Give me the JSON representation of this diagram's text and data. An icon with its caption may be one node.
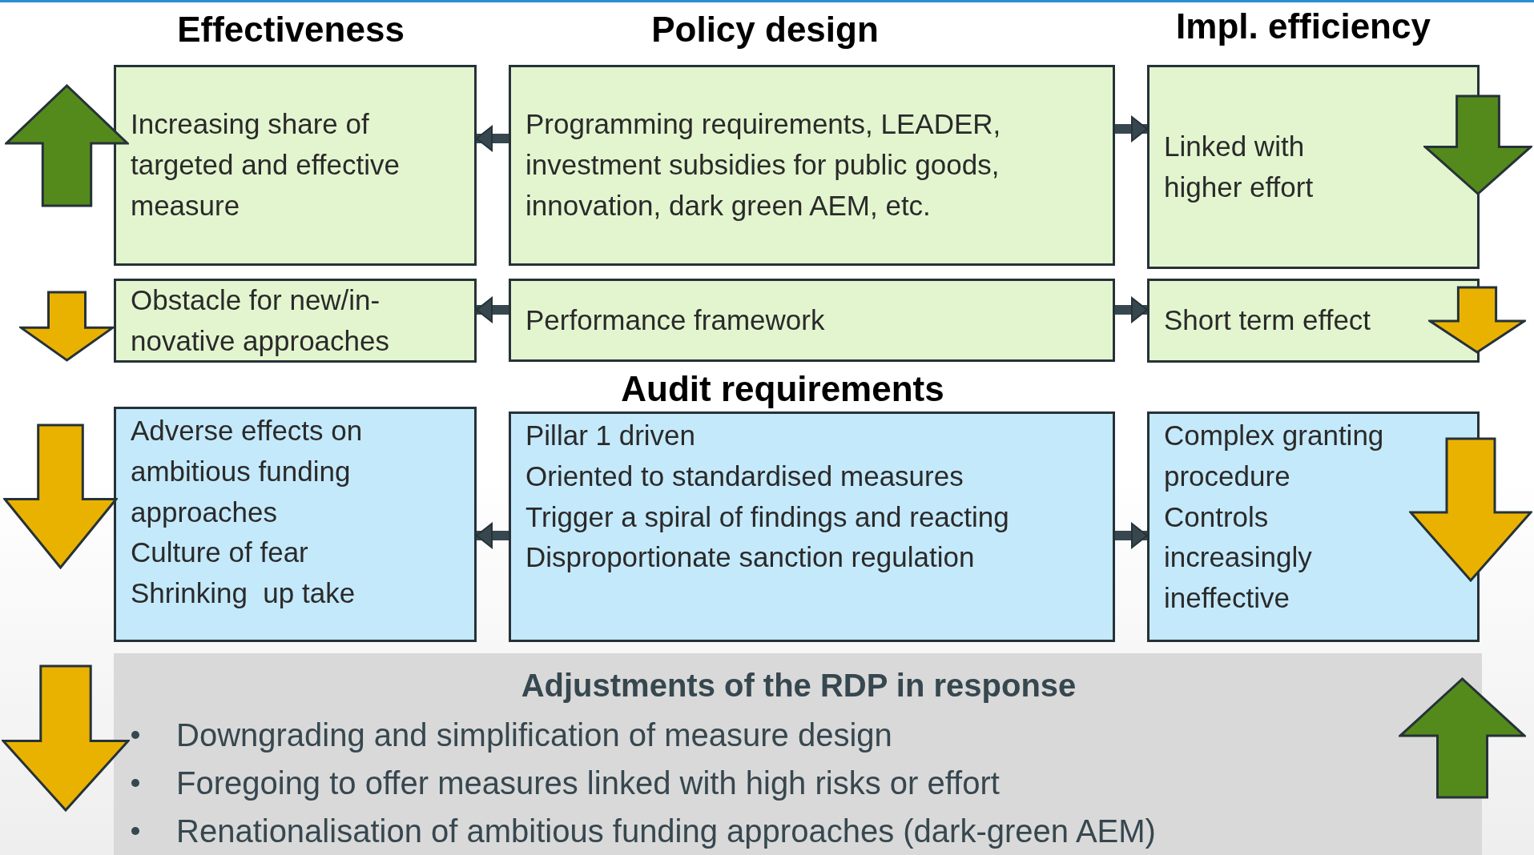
{
  "diagram": {
    "nodes": [
      {
        "text": [
          "Increasing share of targeted and effective measure"
        ]
      },
      {
        "text": [
          "Programming requirements, LEADER, investment subsidies for public goods, innovation, dark green AEM, etc."
        ]
      },
      {
        "text": [
          "Linked with higher effort"
        ]
      },
      {
        "text": [
          "Obstacle for new/in-novative approaches"
        ]
      },
      {
        "text": [
          "Performance framework"
        ]
      },
      {
        "text": [
          "Short term effect"
        ]
      },
      {
        "text": [
          "Adverse effects on ambitious funding approaches",
          "Culture of fear",
          "Shrinking  up take"
        ]
      },
      {
        "text": [
          "Pillar 1 driven",
          "Oriented to standardised measures",
          "Trigger a spiral of findings and reacting",
          "Disproportionate sanction regulation"
        ]
      },
      {
        "text": [
          "Complex granting procedure",
          "Controls increasingly ineffective"
        ]
      },
      {
        "text": [
          "Adjustments of the RDP in response",
          "Downgrading and simplification of measure design",
          "Foregoing to offer measures linked with high risks or effort",
          "Renationalisation of ambitious funding approaches (dark-green AEM)"
        ]
      }
    ],
    "edges": [
      {
        "from": 1,
        "to": 0,
        "arrow": "to"
      },
      {
        "from": 1,
        "to": 2,
        "arrow": "to"
      },
      {
        "from": 4,
        "to": 3,
        "arrow": "to"
      },
      {
        "from": 4,
        "to": 5,
        "arrow": "to"
      },
      {
        "from": 7,
        "to": 6,
        "arrow": "to"
      },
      {
        "from": 7,
        "to": 8,
        "arrow": "to"
      }
    ],
    "labels": [
      "Effectiveness",
      "Policy design",
      "Impl. efficiency",
      "Audit requirements"
    ]
  }
}
